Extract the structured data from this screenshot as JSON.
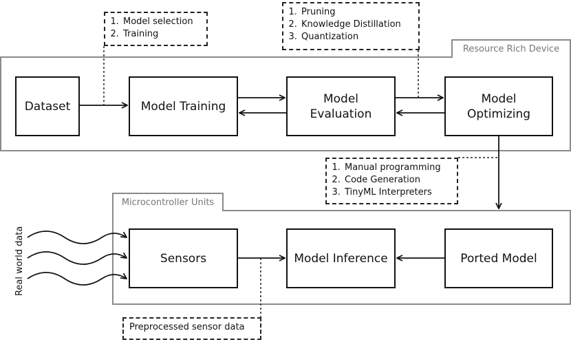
{
  "regions": {
    "resource_rich": "Resource Rich Device",
    "microcontroller": "Microcontroller Units"
  },
  "boxes": {
    "dataset": "Dataset",
    "model_training": "Model Training",
    "model_evaluation": [
      "Model",
      "Evaluation"
    ],
    "model_optimizing": [
      "Model",
      "Optimizing"
    ],
    "sensors": "Sensors",
    "model_inference": "Model Inference",
    "ported_model": "Ported Model"
  },
  "notes": {
    "training_steps": [
      "Model selection",
      "Training"
    ],
    "optimization_steps": [
      "Pruning",
      "Knowledge Distillation",
      "Quantization"
    ],
    "porting_methods": [
      "Manual programming",
      "Code Generation",
      "TinyML Interpreters"
    ],
    "sensor_data": "Preprocessed sensor data"
  },
  "input_label": "Real world data",
  "colors": {
    "region_border": "#8a8a8a",
    "box_border": "#111111",
    "region_label_text": "#777777"
  }
}
